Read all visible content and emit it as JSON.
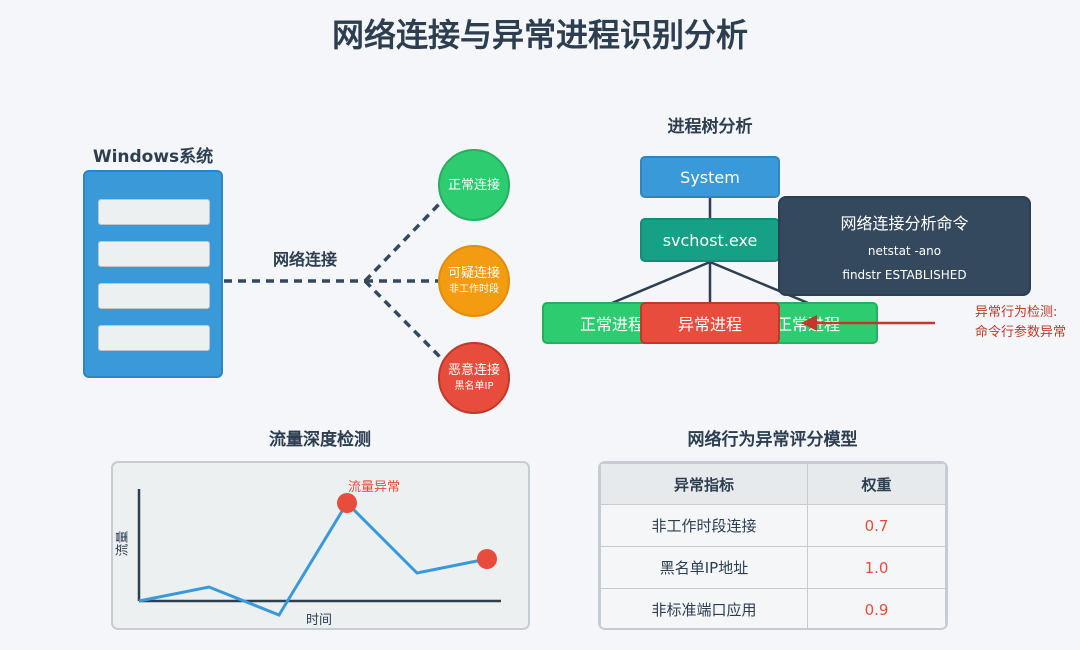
{
  "title": "网络连接与异常进程识别分析",
  "windows": {
    "label": "Windows系统"
  },
  "connection": {
    "label": "网络连接"
  },
  "circles": [
    {
      "main": "正常连接",
      "sub": "",
      "color": "#2ecc71"
    },
    {
      "main": "可疑连接",
      "sub": "非工作时段",
      "color": "#f39c12"
    },
    {
      "main": "恶意连接",
      "sub": "黑名单IP",
      "color": "#e74c3c"
    }
  ],
  "process_tree": {
    "title": "进程树分析",
    "system": "System",
    "svchost": "svchost.exe",
    "normal_left": "正常进程",
    "abnormal": "异常进程",
    "normal_right": "正常进程"
  },
  "command": {
    "title": "网络连接分析命令",
    "lines": [
      "netstat -ano",
      "findstr ESTABLISHED"
    ]
  },
  "anomaly_note": {
    "line1": "异常行为检测:",
    "line2": "命令行参数异常"
  },
  "traffic": {
    "title": "流量深度检测",
    "ylabel": "流量",
    "xlabel": "时间",
    "anomaly_label": "流量异常"
  },
  "score_model": {
    "title": "网络行为异常评分模型",
    "headers": [
      "异常指标",
      "权重"
    ],
    "rows": [
      {
        "indicator": "非工作时段连接",
        "weight": "0.7"
      },
      {
        "indicator": "黑名单IP地址",
        "weight": "1.0"
      },
      {
        "indicator": "非标准端口应用",
        "weight": "0.9"
      }
    ]
  },
  "colors": {
    "blue": "#3a9ad9",
    "teal": "#16a085",
    "green": "#2ecc71",
    "orange": "#f39c12",
    "red": "#e74c3c",
    "dark": "#34495e"
  }
}
